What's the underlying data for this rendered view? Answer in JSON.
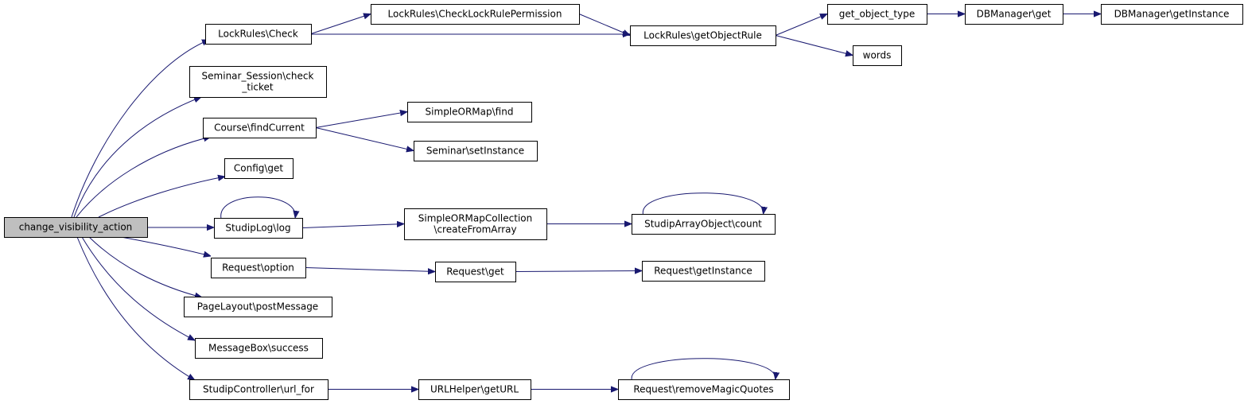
{
  "diagram": {
    "nodes": [
      {
        "id": "root",
        "lines": [
          "change_visibility_action"
        ]
      },
      {
        "id": "lr_check",
        "lines": [
          "LockRules\\Check"
        ]
      },
      {
        "id": "lr_checkperm",
        "lines": [
          "LockRules\\CheckLockRulePermission"
        ]
      },
      {
        "id": "lr_getobjrule",
        "lines": [
          "LockRules\\getObjectRule"
        ]
      },
      {
        "id": "get_object_type",
        "lines": [
          "get_object_type"
        ]
      },
      {
        "id": "dbm_get",
        "lines": [
          "DBManager\\get"
        ]
      },
      {
        "id": "dbm_getinstance",
        "lines": [
          "DBManager\\getInstance"
        ]
      },
      {
        "id": "words",
        "lines": [
          "words"
        ]
      },
      {
        "id": "seminar_session_check",
        "lines": [
          "Seminar_Session\\check",
          "_ticket"
        ]
      },
      {
        "id": "course_findcurrent",
        "lines": [
          "Course\\findCurrent"
        ]
      },
      {
        "id": "sorm_find",
        "lines": [
          "SimpleORMap\\find"
        ]
      },
      {
        "id": "seminar_setinstance",
        "lines": [
          "Seminar\\setInstance"
        ]
      },
      {
        "id": "config_get",
        "lines": [
          "Config\\get"
        ]
      },
      {
        "id": "studiplog_log",
        "lines": [
          "StudipLog\\log"
        ]
      },
      {
        "id": "sormcoll_create",
        "lines": [
          "SimpleORMapCollection",
          "\\createFromArray"
        ]
      },
      {
        "id": "studiparray_count",
        "lines": [
          "StudipArrayObject\\count"
        ]
      },
      {
        "id": "request_option",
        "lines": [
          "Request\\option"
        ]
      },
      {
        "id": "request_get",
        "lines": [
          "Request\\get"
        ]
      },
      {
        "id": "request_getinstance",
        "lines": [
          "Request\\getInstance"
        ]
      },
      {
        "id": "pagelayout_postmessage",
        "lines": [
          "PageLayout\\postMessage"
        ]
      },
      {
        "id": "messagebox_success",
        "lines": [
          "MessageBox\\success"
        ]
      },
      {
        "id": "studipcontroller_urlfor",
        "lines": [
          "StudipController\\url_for"
        ]
      },
      {
        "id": "urlhelper_geturl",
        "lines": [
          "URLHelper\\getURL"
        ]
      },
      {
        "id": "request_removemagicquotes",
        "lines": [
          "Request\\removeMagicQuotes"
        ]
      }
    ],
    "edges": [
      {
        "from": "root",
        "to": "lr_check"
      },
      {
        "from": "root",
        "to": "seminar_session_check"
      },
      {
        "from": "root",
        "to": "course_findcurrent"
      },
      {
        "from": "root",
        "to": "config_get"
      },
      {
        "from": "root",
        "to": "studiplog_log"
      },
      {
        "from": "root",
        "to": "request_option"
      },
      {
        "from": "root",
        "to": "pagelayout_postmessage"
      },
      {
        "from": "root",
        "to": "messagebox_success"
      },
      {
        "from": "root",
        "to": "studipcontroller_urlfor"
      },
      {
        "from": "lr_check",
        "to": "lr_checkperm"
      },
      {
        "from": "lr_check",
        "to": "lr_getobjrule"
      },
      {
        "from": "lr_checkperm",
        "to": "lr_getobjrule"
      },
      {
        "from": "lr_getobjrule",
        "to": "get_object_type"
      },
      {
        "from": "lr_getobjrule",
        "to": "words"
      },
      {
        "from": "get_object_type",
        "to": "dbm_get"
      },
      {
        "from": "dbm_get",
        "to": "dbm_getinstance"
      },
      {
        "from": "course_findcurrent",
        "to": "sorm_find"
      },
      {
        "from": "course_findcurrent",
        "to": "seminar_setinstance"
      },
      {
        "from": "studiplog_log",
        "to": "studiplog_log"
      },
      {
        "from": "studiplog_log",
        "to": "sormcoll_create"
      },
      {
        "from": "sormcoll_create",
        "to": "studiparray_count"
      },
      {
        "from": "studiparray_count",
        "to": "studiparray_count"
      },
      {
        "from": "request_option",
        "to": "request_get"
      },
      {
        "from": "request_get",
        "to": "request_getinstance"
      },
      {
        "from": "studipcontroller_urlfor",
        "to": "urlhelper_geturl"
      },
      {
        "from": "urlhelper_geturl",
        "to": "request_removemagicquotes"
      },
      {
        "from": "request_removemagicquotes",
        "to": "request_removemagicquotes"
      }
    ],
    "colors": {
      "edge": "#191970",
      "root_fill": "#bfbfbf",
      "node_fill": "#ffffff",
      "node_stroke": "#000000"
    }
  }
}
